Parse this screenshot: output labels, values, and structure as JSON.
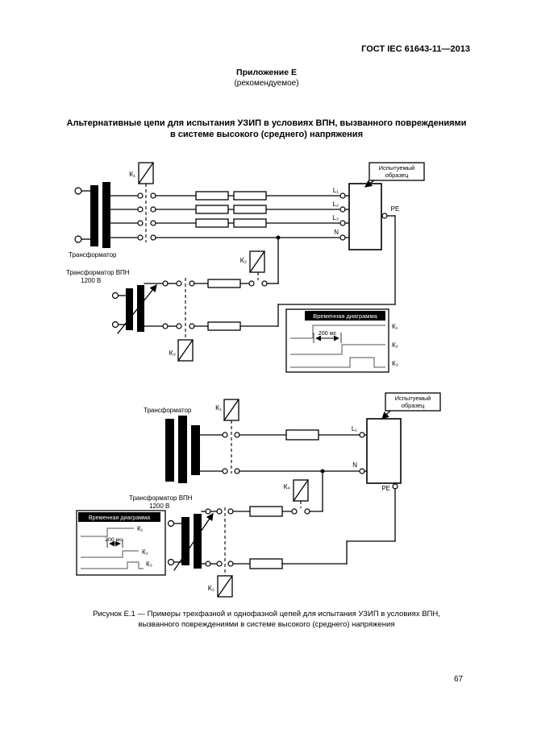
{
  "page": {
    "header": "ГОСТ IEC 61643-11—2013",
    "annex_title": "Приложение Е",
    "annex_subtitle": "(рекомендуемое)",
    "section_title_line1": "Альтернативные цепи для испытания УЗИП в условиях ВПН, вызванного повреждениями",
    "section_title_line2": "в системе высокого (среднего) напряжения",
    "caption_line1": "Рисунок Е.1 — Примеры трехфазной и однофазной цепей для испытания УЗИП в условиях ВПН,",
    "caption_line2": "вызванного повреждениями в системе высокого (среднего) напряжения",
    "page_number": "67"
  },
  "diagram_top": {
    "transformer_label": "Трансформатор",
    "tov_transformer_label": "Трансформатор ВПН",
    "tov_transformer_voltage": "1200 В",
    "test_sample_line1": "Испытуемый",
    "test_sample_line2": "образец",
    "switch_k1": "К₁",
    "switch_k2": "К₂",
    "switch_k3": "К₃",
    "terminal_l1": "L₁",
    "terminal_l2": "L₂",
    "terminal_l3": "L₃",
    "terminal_n": "N",
    "terminal_pe": "РЕ",
    "timing": {
      "title": "Временная диаграмма",
      "interval": "200 мс",
      "trace_k1": "К₁",
      "trace_k2": "К₂",
      "trace_k3": "К₃"
    }
  },
  "diagram_bottom": {
    "transformer_label": "Трансформатор",
    "tov_transformer_label": "Трансформатор ВПН",
    "tov_transformer_voltage": "1200 В",
    "test_sample_line1": "Испытуемый",
    "test_sample_line2": "образец",
    "switch_k1": "К₁",
    "switch_k4": "К₄",
    "switch_k2": "К₂",
    "terminal_l1": "L₁",
    "terminal_n": "N",
    "terminal_pe": "РЕ",
    "timing": {
      "title": "Временная диаграмма",
      "interval": "200 мс",
      "trace_k1": "К₁",
      "trace_k2": "К₂",
      "trace_k3": "К₃"
    }
  }
}
